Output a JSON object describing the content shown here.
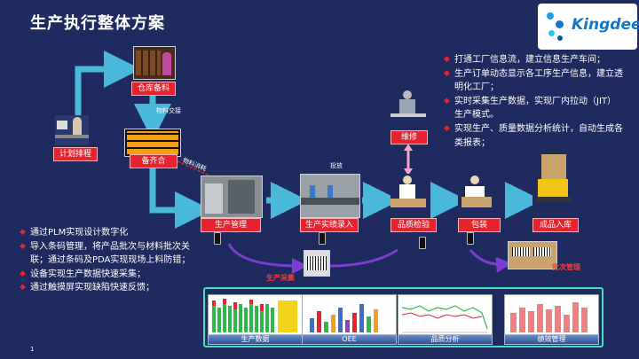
{
  "title": "生产执行整体方案",
  "logo": {
    "text": "Kingdee"
  },
  "process": {
    "warehouse": "仓库备料",
    "planning": "计划排程",
    "kitting": "备齐合",
    "production_mgmt": "生产管理",
    "actual_entry": "生产实绩录入",
    "quality": "品质检验",
    "repair": "维修",
    "packing": "包装",
    "stock_in": "成品入库"
  },
  "labels": {
    "material_exchange": "物料交接",
    "material_consumption": "物料消耗",
    "feeding": "投放",
    "production_collection": "生产采集",
    "batch_mgmt": "批次管理"
  },
  "bullets_right": [
    "打通工厂信息流，建立信息生产车间；",
    "生产订单动态显示各工序生产信息，建立透明化工厂；",
    "实时采集生产数据，实现厂内拉动（JIT）生产模式。",
    "实现生产、质量数据分析统计，自动生成各类报表；"
  ],
  "bullets_left": [
    "通过PLM实现设计数字化",
    "导入条码管理，将产品批次与材料批次关联；通过条码及PDA实现现场上料防错；",
    "设备实现生产数据快速采集；",
    "通过触摸屏实现缺陷快速反馈；"
  ],
  "reports": [
    "生产数据",
    "OEE",
    "品质分析",
    "绩效管理"
  ],
  "page_number": "1",
  "colors": {
    "background": "#1f2a5e",
    "flow_arrow": "#4ab8d8",
    "label_red": "#e5242f",
    "purple_arrow": "#7a3fd0",
    "pink_arrow": "#f4a6c8",
    "report_border": "#46e0c0"
  }
}
